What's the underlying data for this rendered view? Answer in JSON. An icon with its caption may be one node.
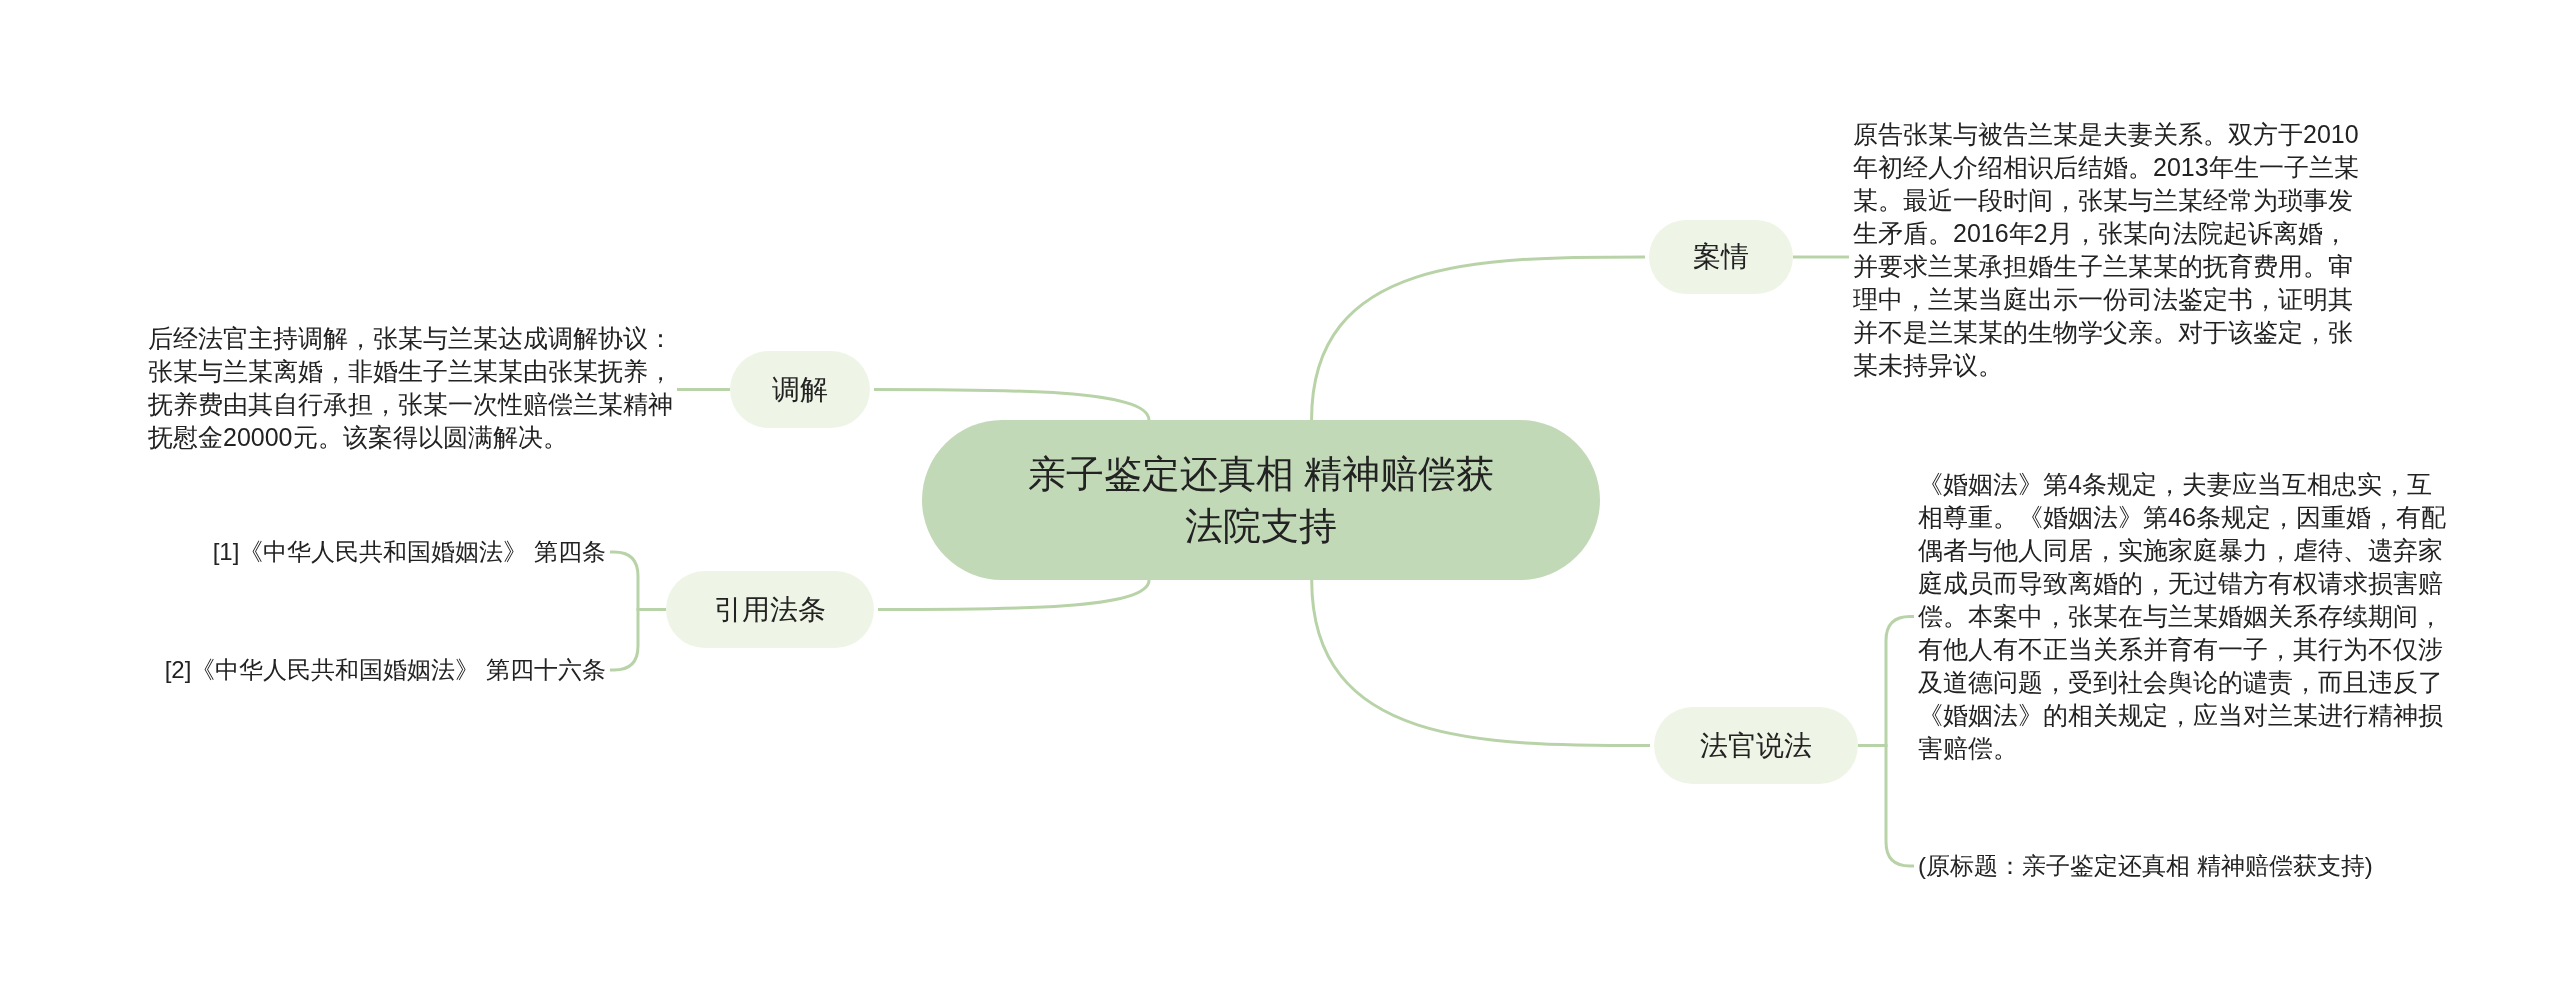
{
  "diagram": {
    "nodes": [
      {
        "text": [
          "亲子鉴定还真相 精神赔偿获法院支持"
        ]
      },
      {
        "text": [
          "案情"
        ]
      },
      {
        "text": [
          "原告张某与被告兰某是夫妻关系。双方于2010年初经人介绍相识后结婚。2013年生一子兰某某。最近一段时间，张某与兰某经常为琐事发生矛盾。2016年2月，张某向法院起诉离婚，并要求兰某承担婚生子兰某某的抚育费用。审理中，兰某当庭出示一份司法鉴定书，证明其并不是兰某某的生物学父亲。对于该鉴定，张某未持异议。"
        ]
      },
      {
        "text": [
          "调解"
        ]
      },
      {
        "text": [
          "后经法官主持调解，张某与兰某达成调解协议：张某与兰某离婚，非婚生子兰某某由张某抚养，抚养费由其自行承担，张某一次性赔偿兰某精神抚慰金20000元。该案得以圆满解决。"
        ]
      },
      {
        "text": [
          "引用法条"
        ]
      },
      {
        "text": [
          "[1]《中华人民共和国婚姻法》 第四条"
        ]
      },
      {
        "text": [
          "[2]《中华人民共和国婚姻法》 第四十六条"
        ]
      },
      {
        "text": [
          "法官说法"
        ]
      },
      {
        "text": [
          "《婚姻法》第4条规定，夫妻应当互相忠实，互相尊重。《婚姻法》第46条规定，因重婚，有配偶者与他人同居，实施家庭暴力，虐待、遗弃家庭成员而导致离婚的，无过错方有权请求损害赔偿。本案中，张某在与兰某婚姻关系存续期间，有他人有不正当关系并育有一子，其行为不仅涉及道德问题，受到社会舆论的谴责，而且违反了《婚姻法》的相关规定，应当对兰某进行精神损害赔偿。"
        ]
      },
      {
        "text": [
          "(原标题：亲子鉴定还真相 精神赔偿获支持)"
        ]
      }
    ],
    "edges": [
      {
        "from": 0,
        "to": 1,
        "arrow": "none"
      },
      {
        "from": 1,
        "to": 2,
        "arrow": "none"
      },
      {
        "from": 0,
        "to": 3,
        "arrow": "none"
      },
      {
        "from": 3,
        "to": 4,
        "arrow": "none"
      },
      {
        "from": 0,
        "to": 5,
        "arrow": "none"
      },
      {
        "from": 5,
        "to": 6,
        "arrow": "none"
      },
      {
        "from": 5,
        "to": 7,
        "arrow": "none"
      },
      {
        "from": 0,
        "to": 8,
        "arrow": "none"
      },
      {
        "from": 8,
        "to": 9,
        "arrow": "none"
      },
      {
        "from": 8,
        "to": 10,
        "arrow": "none"
      }
    ]
  }
}
